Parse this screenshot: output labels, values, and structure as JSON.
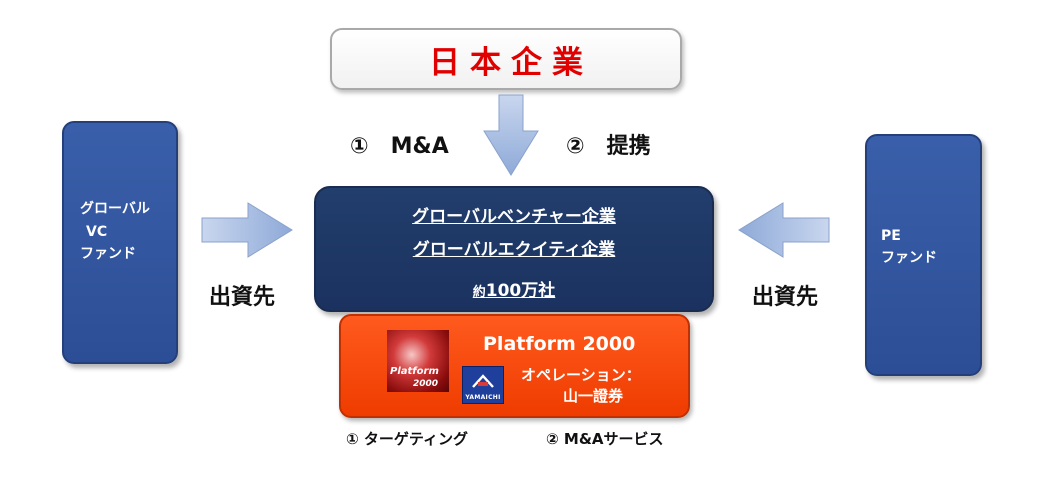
{
  "top_box": {
    "title": "日本企業"
  },
  "deal_types": {
    "ma": "①　M&A",
    "alliance": "②　提携"
  },
  "left_fund": {
    "line1": "グローバル",
    "line2": "VC",
    "line3": "ファンド"
  },
  "right_fund": {
    "line1": "PE",
    "line2": "ファンド"
  },
  "investment_label_left": "出資先",
  "investment_label_right": "出資先",
  "center_box": {
    "line1": "グローバルベンチャー企業",
    "line2": "グローバルエクイティ企業",
    "count_prefix": "約",
    "count_value": "100万社"
  },
  "platform_box": {
    "title": "Platform 2000",
    "operation_label": "オペレーション：",
    "operator": "山一證券",
    "logo_text_line1": "Platform",
    "logo_text_line2": "2000",
    "yamaichi_text": "YAMAICHI"
  },
  "services": {
    "targeting": "① ターゲティング",
    "ma_service": "② M&Aサービス"
  },
  "colors": {
    "title_red": "#e00000",
    "box_blue": "#2f53a0",
    "center_navy": "#1f3866",
    "platform_orange": "#f5450a",
    "arrow_light_blue": "#9fb6de"
  }
}
